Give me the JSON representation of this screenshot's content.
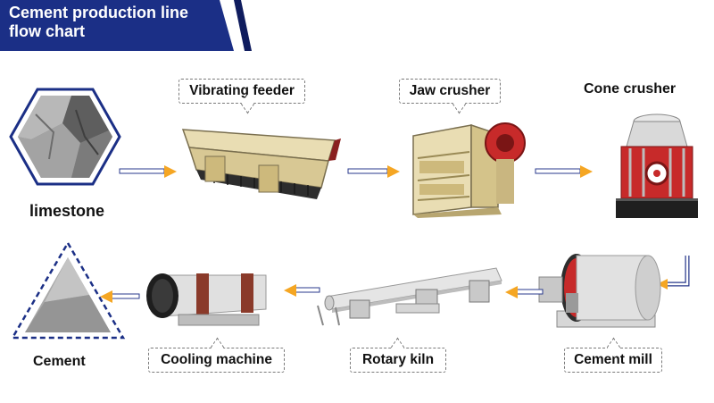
{
  "header": {
    "title_line1": "Cement production line",
    "title_line2": "flow chart"
  },
  "steps": {
    "limestone": "limestone",
    "vibrating_feeder": "Vibrating feeder",
    "jaw_crusher": "Jaw crusher",
    "cone_crusher": "Cone crusher",
    "cement_mill": "Cement mill",
    "rotary_kiln": "Rotary kiln",
    "cooling_machine": "Cooling machine",
    "cement": "Cement"
  },
  "colors": {
    "banner": "#1b2f86",
    "arrow_fill": "#f5a623",
    "arrow_shaft": "#2a3a8c",
    "machine_beige": "#e9ddb3",
    "machine_red": "#c72a2a"
  }
}
